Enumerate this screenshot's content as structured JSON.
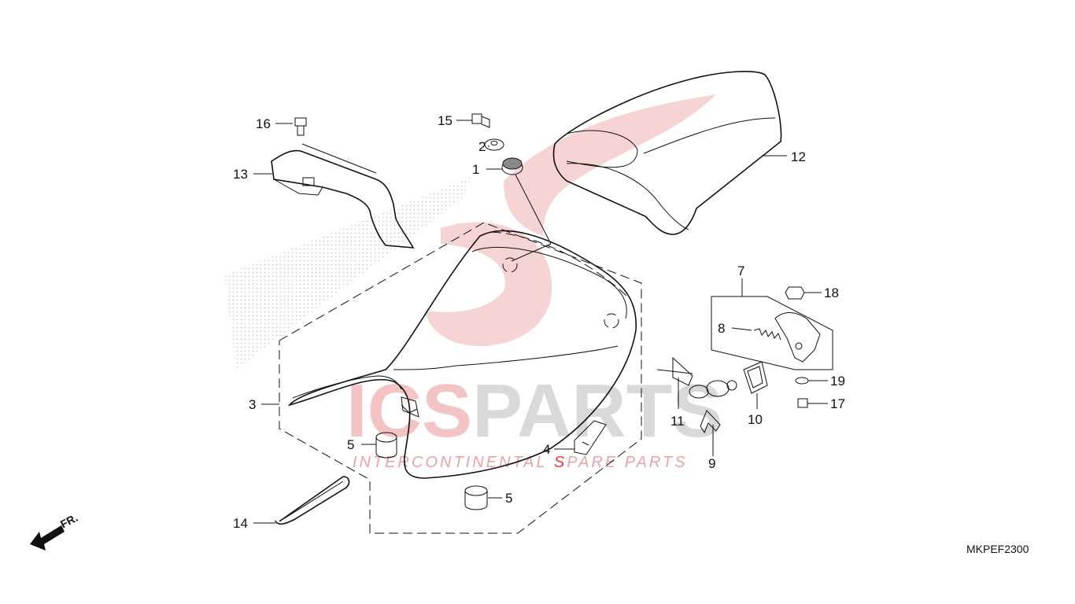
{
  "watermark": {
    "brand_left": "ICS",
    "brand_right": "PARTS",
    "tagline_pre": "INTERCONTINENTAL ",
    "tagline_s": "S",
    "tagline_post": "PARE PARTS",
    "colors": {
      "logo": "#e04040",
      "text": "#d9d9d9"
    }
  },
  "direction_label": "FR.",
  "diagram_code": "MKPEF2300",
  "callouts": {
    "c1": "1",
    "c2": "2",
    "c3": "3",
    "c4": "4",
    "c5a": "5",
    "c5b": "5",
    "c7": "7",
    "c8": "8",
    "c9": "9",
    "c10": "10",
    "c11": "11",
    "c12": "12",
    "c13": "13",
    "c14": "14",
    "c15": "15",
    "c16": "16",
    "c17": "17",
    "c18": "18",
    "c19": "19"
  }
}
